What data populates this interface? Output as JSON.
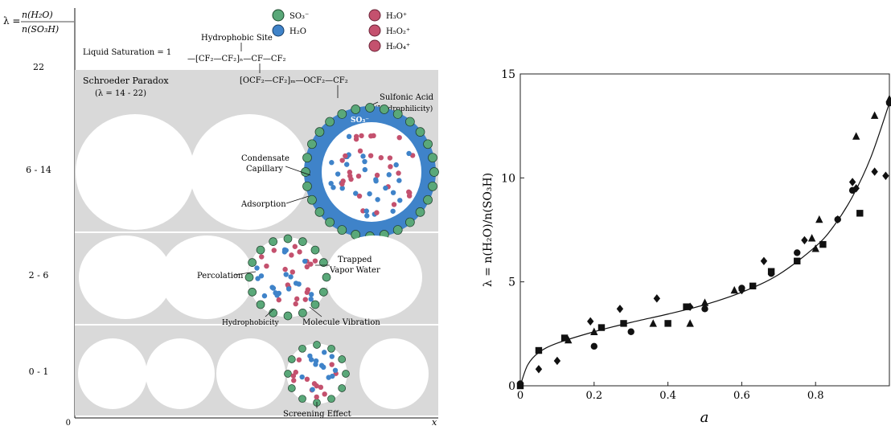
{
  "colors": {
    "sulfonate": "#5aa879",
    "water": "#3f83c9",
    "hydronium": "#c4516e",
    "shaded_region": "#d9d9d9",
    "diffuse_layer": "#8fb8e0"
  },
  "schematic": {
    "lambda_eq_lhs": "λ =",
    "lambda_num": "n(H₂O)",
    "lambda_den": "n(SO₃H)",
    "legend": {
      "so3": "SO₃⁻",
      "h2o": "H₂O",
      "h3o": "H₃O⁺",
      "h5o2": "H₅O₂⁺",
      "h9o4": "H₉O₄⁺"
    },
    "liquid_saturation": "Liquid Saturation = 1",
    "hydrophobic_site": "Hydrophobic Site",
    "formula_line1": "—[CF₂—CF₂]ₙ—CF—CF₂",
    "formula_line2": "[OCF₂—CF₂]ₘ—OCF₂—CF₂",
    "schroeder": "Schroeder Paradox",
    "schroeder_range": "(λ = 14 - 22)",
    "sulfonic_acid": "Sulfonic Acid",
    "hydrophilicity": "(Hydrophilicity)",
    "so3_label": "SO₃⁻",
    "condensate": "Condensate",
    "capillary": "Capillary",
    "adsorption": "Adsorption",
    "percolation": "Percolation",
    "trapped": "Trapped",
    "vapor_water": "Vapor Water",
    "hydrophobicity": "Hydrophobicity",
    "molecule_vibration": "Molecule Vibration",
    "screening_effect": "Screening Effect",
    "lambda_levels": [
      "22",
      "6 - 14",
      "2 - 6",
      "0 - 1"
    ],
    "origin": "0",
    "x_axis": "x"
  },
  "chart_data": {
    "type": "scatter",
    "title": "",
    "xlabel": "a",
    "ylabel": "λ = n(H₂O)/n(SO₃H)",
    "xlim": [
      0,
      1.0
    ],
    "ylim": [
      0,
      15
    ],
    "x_ticks": [
      "0",
      "0.2",
      "0.4",
      "0.6",
      "0.8"
    ],
    "x_tick_values": [
      0,
      0.2,
      0.4,
      0.6,
      0.8
    ],
    "y_ticks": [
      "0",
      "5",
      "10",
      "15"
    ],
    "y_tick_values": [
      0,
      5,
      10,
      15
    ],
    "grid": false,
    "series": [
      {
        "marker": "square",
        "points": [
          [
            0,
            0
          ],
          [
            0.05,
            1.7
          ],
          [
            0.12,
            2.3
          ],
          [
            0.22,
            2.8
          ],
          [
            0.28,
            3.0
          ],
          [
            0.4,
            3.0
          ],
          [
            0.45,
            3.8
          ],
          [
            0.63,
            4.8
          ],
          [
            0.68,
            5.5
          ],
          [
            0.75,
            6.0
          ],
          [
            0.82,
            6.8
          ],
          [
            0.92,
            8.3
          ]
        ]
      },
      {
        "marker": "diamond",
        "points": [
          [
            0.05,
            0.8
          ],
          [
            0.1,
            1.2
          ],
          [
            0.19,
            3.1
          ],
          [
            0.27,
            3.7
          ],
          [
            0.37,
            4.2
          ],
          [
            0.46,
            3.8
          ],
          [
            0.6,
            4.6
          ],
          [
            0.66,
            6.0
          ],
          [
            0.77,
            7.0
          ],
          [
            0.86,
            8.0
          ],
          [
            0.9,
            9.8
          ],
          [
            0.91,
            9.5
          ],
          [
            0.96,
            10.3
          ],
          [
            0.99,
            10.1
          ]
        ]
      },
      {
        "marker": "circle",
        "points": [
          [
            0.0,
            0.1
          ],
          [
            0.2,
            1.9
          ],
          [
            0.3,
            2.6
          ],
          [
            0.5,
            3.7
          ],
          [
            0.6,
            4.7
          ],
          [
            0.68,
            5.4
          ],
          [
            0.75,
            6.4
          ],
          [
            0.86,
            8.0
          ],
          [
            0.9,
            9.4
          ],
          [
            1.0,
            13.6
          ]
        ]
      },
      {
        "marker": "triangle",
        "points": [
          [
            0.13,
            2.2
          ],
          [
            0.2,
            2.6
          ],
          [
            0.36,
            3.0
          ],
          [
            0.46,
            3.0
          ],
          [
            0.5,
            4.0
          ],
          [
            0.58,
            4.6
          ],
          [
            0.79,
            7.1
          ],
          [
            0.8,
            6.6
          ],
          [
            0.81,
            8.0
          ],
          [
            0.91,
            12.0
          ],
          [
            0.96,
            13.0
          ],
          [
            1.0,
            13.8
          ]
        ]
      }
    ],
    "fit_curve": [
      [
        0,
        0
      ],
      [
        0.02,
        1.0
      ],
      [
        0.05,
        1.6
      ],
      [
        0.1,
        2.05
      ],
      [
        0.2,
        2.6
      ],
      [
        0.3,
        3.05
      ],
      [
        0.4,
        3.45
      ],
      [
        0.5,
        3.9
      ],
      [
        0.6,
        4.5
      ],
      [
        0.7,
        5.35
      ],
      [
        0.8,
        6.7
      ],
      [
        0.85,
        7.7
      ],
      [
        0.9,
        9.1
      ],
      [
        0.95,
        11.0
      ],
      [
        1.0,
        13.6
      ]
    ]
  }
}
